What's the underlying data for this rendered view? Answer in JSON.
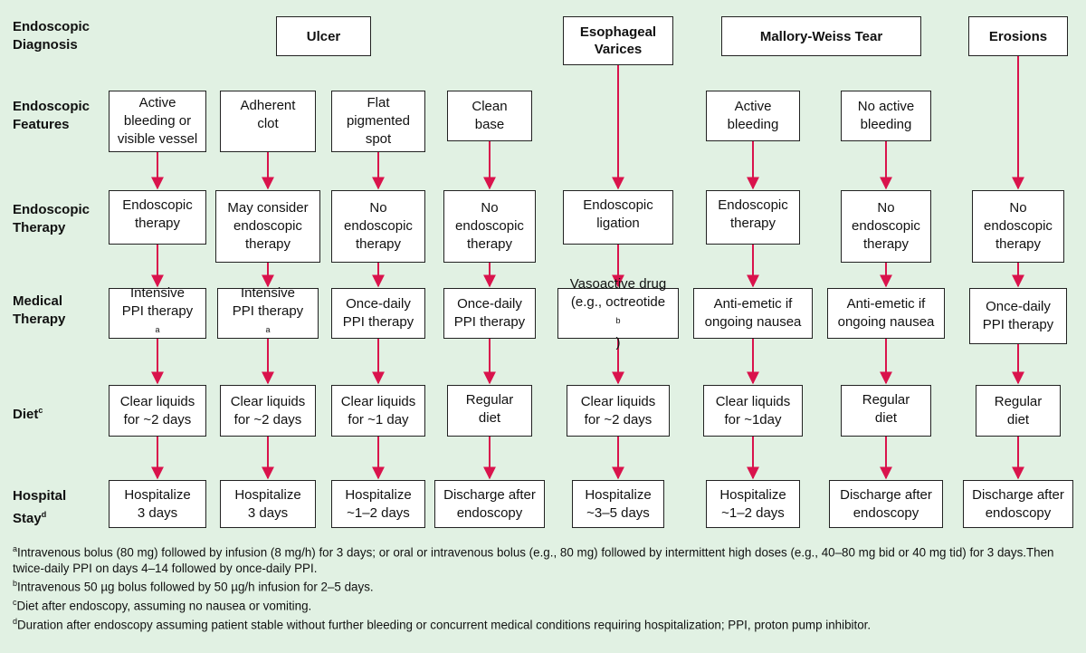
{
  "row_labels": {
    "diagnosis": [
      "Endoscopic",
      "Diagnosis"
    ],
    "features": [
      "Endoscopic",
      "Features"
    ],
    "therapy": [
      "Endoscopic",
      "Therapy"
    ],
    "medical": [
      "Medical",
      "Therapy"
    ],
    "diet": "Diet",
    "diet_sup": "c",
    "stay": [
      "Hospital",
      "Stay"
    ],
    "stay_sup": "d"
  },
  "headers": {
    "ulcer": [
      "Ulcer"
    ],
    "varices": [
      "Esophageal",
      "Varices"
    ],
    "mallory": [
      "Mallory-Weiss Tear"
    ],
    "erosions": [
      "Erosions"
    ]
  },
  "features": {
    "c1": [
      "Active",
      "bleeding or",
      "visible vessel"
    ],
    "c2": [
      "Adherent",
      "clot"
    ],
    "c3": [
      "Flat",
      "pigmented",
      "spot"
    ],
    "c4": [
      "Clean",
      "base"
    ],
    "c6": [
      "Active",
      "bleeding"
    ],
    "c7": [
      "No active",
      "bleeding"
    ]
  },
  "therapy": {
    "c1": [
      "Endoscopic",
      "therapy"
    ],
    "c2": [
      "May consider",
      "endoscopic",
      "therapy"
    ],
    "c3": [
      "No",
      "endoscopic",
      "therapy"
    ],
    "c4": [
      "No",
      "endoscopic",
      "therapy"
    ],
    "c5": [
      "Endoscopic",
      "ligation"
    ],
    "c6": [
      "Endoscopic",
      "therapy"
    ],
    "c7": [
      "No",
      "endoscopic",
      "therapy"
    ],
    "c8": [
      "No",
      "endoscopic",
      "therapy"
    ]
  },
  "medical": {
    "c1": [
      "Intensive",
      "PPI therapy"
    ],
    "c1_sup": "a",
    "c2": [
      "Intensive",
      "PPI therapy"
    ],
    "c2_sup": "a",
    "c3": [
      "Once-daily",
      "PPI therapy"
    ],
    "c4": [
      "Once-daily",
      "PPI therapy"
    ],
    "c5": [
      "Vasoactive drug",
      "(e.g., octreotide",
      ")"
    ],
    "c5_sup": "b",
    "c6": [
      "Anti-emetic if",
      "ongoing nausea"
    ],
    "c7": [
      "Anti-emetic if",
      "ongoing nausea"
    ],
    "c8": [
      "Once-daily",
      "PPI therapy"
    ]
  },
  "diet": {
    "c1": [
      "Clear liquids",
      "for ~2 days"
    ],
    "c2": [
      "Clear liquids",
      "for ~2 days"
    ],
    "c3": [
      "Clear liquids",
      "for ~1 day"
    ],
    "c4": [
      "Regular",
      "diet"
    ],
    "c5": [
      "Clear liquids",
      "for ~2 days"
    ],
    "c6": [
      "Clear liquids",
      "for ~1day"
    ],
    "c7": [
      "Regular",
      "diet"
    ],
    "c8": [
      "Regular",
      "diet"
    ]
  },
  "stay": {
    "c1": [
      "Hospitalize",
      "3 days"
    ],
    "c2": [
      "Hospitalize",
      "3 days"
    ],
    "c3": [
      "Hospitalize",
      "~1–2 days"
    ],
    "c4": [
      "Discharge after",
      "endoscopy"
    ],
    "c5": [
      "Hospitalize",
      "~3–5 days"
    ],
    "c6": [
      "Hospitalize",
      "~1–2 days"
    ],
    "c7": [
      "Discharge after",
      "endoscopy"
    ],
    "c8": [
      "Discharge after",
      "endoscopy"
    ]
  },
  "footnotes": [
    {
      "mark": "a",
      "text": "Intravenous bolus (80 mg) followed by infusion (8 mg/h) for 3 days; or oral or intravenous bolus (e.g., 80 mg) followed by intermittent high doses (e.g., 40–80 mg bid or 40 mg tid) for 3 days.Then twice-daily PPI on days 4–14 followed by once-daily PPI."
    },
    {
      "mark": "b",
      "text": "Intravenous 50 µg bolus followed by 50 µg/h infusion for 2–5 days."
    },
    {
      "mark": "c",
      "text": "Diet after endoscopy, assuming no nausea or vomiting."
    },
    {
      "mark": "d",
      "text": "Duration after endoscopy assuming patient stable without further bleeding or concurrent medical conditions requiring hospitalization; PPI, proton pump inhibitor."
    }
  ],
  "colors": {
    "arrow": "#d9134c",
    "background": "#e1f1e3",
    "box_border": "#222222"
  }
}
